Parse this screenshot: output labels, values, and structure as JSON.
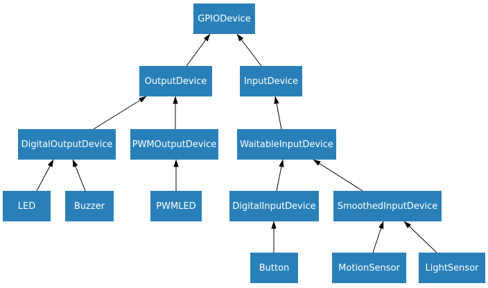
{
  "diagram": {
    "nodes": [
      {
        "id": "gpiodevice",
        "label": "GPIODevice"
      },
      {
        "id": "outputdevice",
        "label": "OutputDevice"
      },
      {
        "id": "inputdevice",
        "label": "InputDevice"
      },
      {
        "id": "digitaloutputdevice",
        "label": "DigitalOutputDevice"
      },
      {
        "id": "pwmoutputdevice",
        "label": "PWMOutputDevice"
      },
      {
        "id": "waitableinputdevice",
        "label": "WaitableInputDevice"
      },
      {
        "id": "led",
        "label": "LED"
      },
      {
        "id": "buzzer",
        "label": "Buzzer"
      },
      {
        "id": "pwmled",
        "label": "PWMLED"
      },
      {
        "id": "digitalinputdevice",
        "label": "DigitalInputDevice"
      },
      {
        "id": "smoothedinputdevice",
        "label": "SmoothedInputDevice"
      },
      {
        "id": "button",
        "label": "Button"
      },
      {
        "id": "motionsensor",
        "label": "MotionSensor"
      },
      {
        "id": "lightsensor",
        "label": "LightSensor"
      }
    ],
    "edges": [
      {
        "from": "OutputDevice",
        "to": "GPIODevice"
      },
      {
        "from": "InputDevice",
        "to": "GPIODevice"
      },
      {
        "from": "DigitalOutputDevice",
        "to": "OutputDevice"
      },
      {
        "from": "PWMOutputDevice",
        "to": "OutputDevice"
      },
      {
        "from": "WaitableInputDevice",
        "to": "InputDevice"
      },
      {
        "from": "LED",
        "to": "DigitalOutputDevice"
      },
      {
        "from": "Buzzer",
        "to": "DigitalOutputDevice"
      },
      {
        "from": "PWMLED",
        "to": "PWMOutputDevice"
      },
      {
        "from": "DigitalInputDevice",
        "to": "WaitableInputDevice"
      },
      {
        "from": "SmoothedInputDevice",
        "to": "WaitableInputDevice"
      },
      {
        "from": "Button",
        "to": "DigitalInputDevice"
      },
      {
        "from": "MotionSensor",
        "to": "SmoothedInputDevice"
      },
      {
        "from": "LightSensor",
        "to": "SmoothedInputDevice"
      }
    ],
    "colors": {
      "node_fill": "#2980b9",
      "node_text": "#ffffff",
      "edge": "#000000",
      "background": "#ffffff"
    }
  }
}
